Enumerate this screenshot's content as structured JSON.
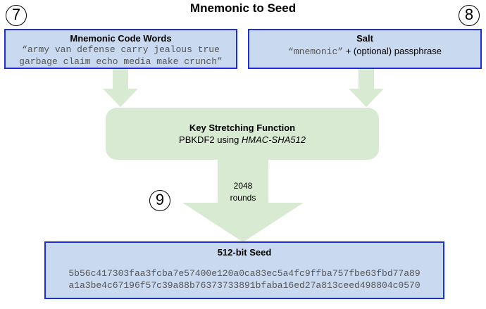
{
  "title": "Mnemonic to Seed",
  "steps": {
    "mnemonic": "7",
    "salt": "8",
    "rounds": "9"
  },
  "mnemonic_box": {
    "title": "Mnemonic Code Words",
    "line1": "“army van defense carry jealous true",
    "line2": "garbage claim echo media make crunch”"
  },
  "salt_box": {
    "title": "Salt",
    "literal": "“mnemonic”",
    "plus": "+",
    "rest": "(optional) passphrase"
  },
  "kdf": {
    "title": "Key Stretching Function",
    "prefix": "PBKDF2 using ",
    "algo": "HMAC-SHA512"
  },
  "rounds": {
    "count": "2048",
    "unit": "rounds"
  },
  "seed_box": {
    "title": "512-bit Seed",
    "line1": "5b56c417303faa3fcba7e57400e120a0ca83ec5a4fc9ffba757fbe63fbd77a89",
    "line2": "a1a3be4c67196f57c39a88b76373733891bfaba16ed27a813ceed498804c0570"
  },
  "colors": {
    "box_fill": "#c9d9f0",
    "box_border": "#1f2fd6",
    "arrow_green": "#d9ead3"
  }
}
